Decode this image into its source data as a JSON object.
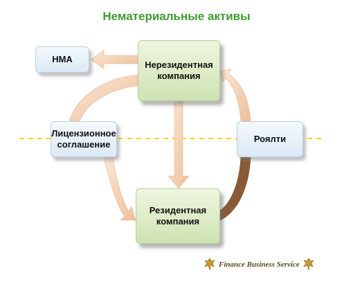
{
  "title": "Нематериальные активы",
  "boxes": {
    "nma": "НМА",
    "nonresident": "Нерезидентная\nкомпания",
    "license": "Лицензионное\nсоглашение",
    "royalty": "Роялти",
    "resident": "Резидентная\nкомпания"
  },
  "watermark": {
    "text": "Finance Business Service",
    "icon": "griffin-icon"
  },
  "colors": {
    "title": "#3f9b2f",
    "arrow": "#f2cdb0",
    "dashed_line": "#ffd21a",
    "box_green": "#d9e9c3",
    "box_blue": "#e3eef8"
  }
}
